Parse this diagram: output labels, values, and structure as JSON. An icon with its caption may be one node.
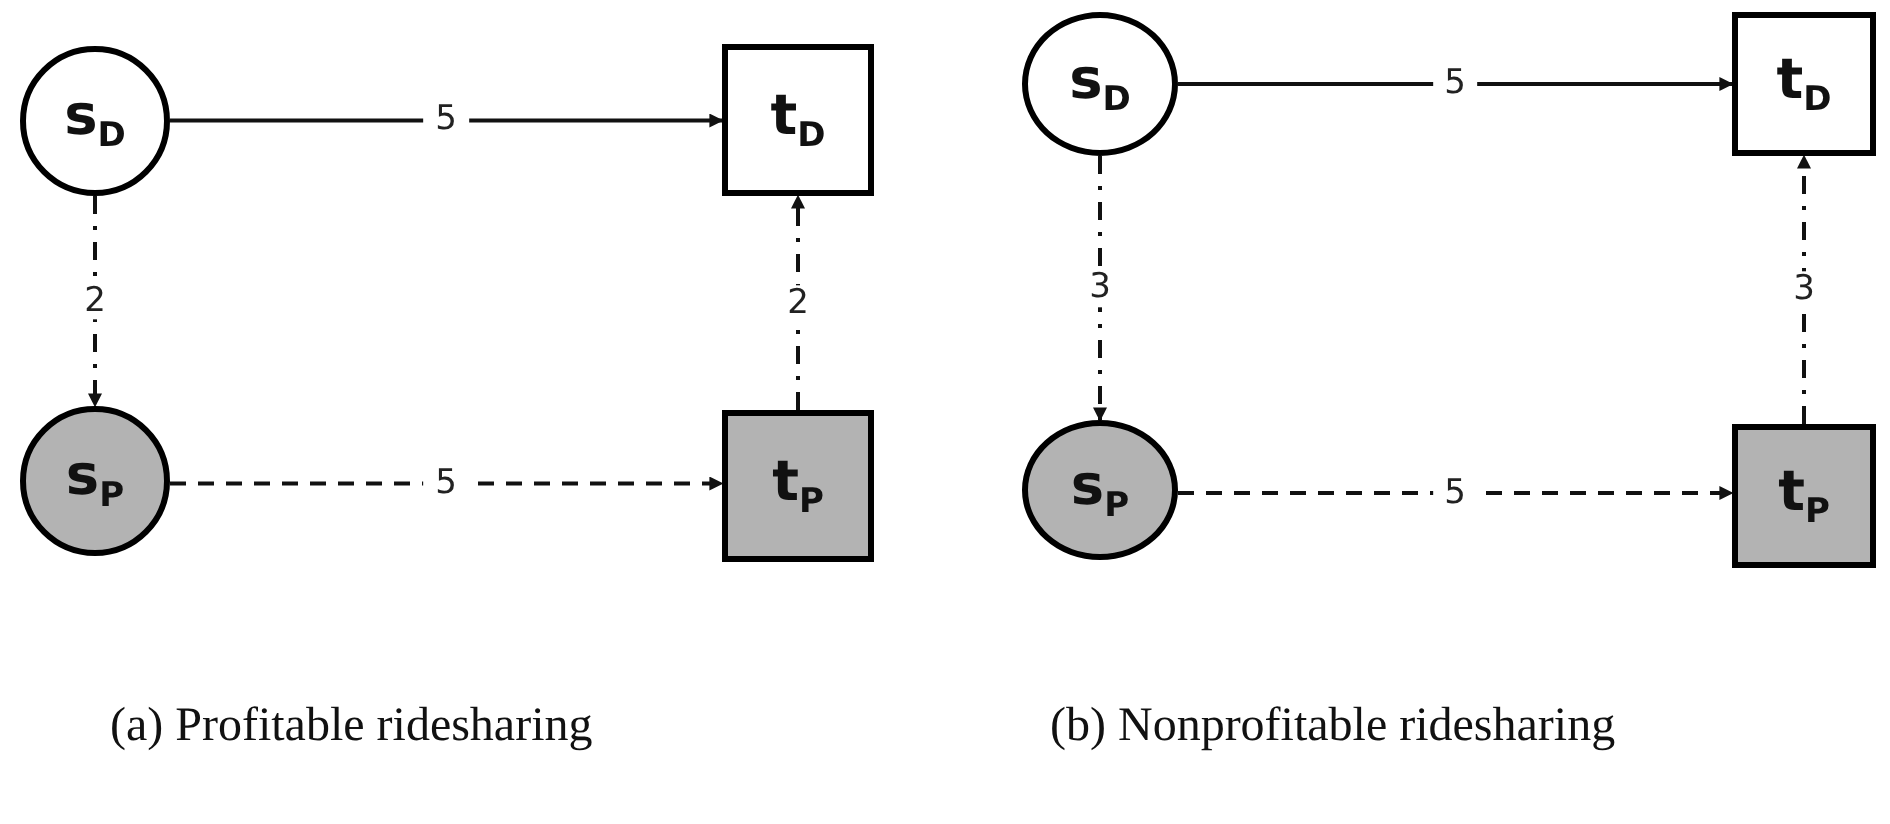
{
  "diagram": {
    "nodes": [
      {
        "text": [
          "s$_{D}$"
        ]
      },
      {
        "text": [
          "t$_{D}$"
        ]
      },
      {
        "text": [
          "s$_{P}$"
        ]
      },
      {
        "text": [
          "t$_{P}$"
        ]
      },
      {
        "text": [
          "s$_{D}$"
        ]
      },
      {
        "text": [
          "t$_{D}$"
        ]
      },
      {
        "text": [
          "s$_{P}$"
        ]
      },
      {
        "text": [
          "t$_{P}$"
        ]
      }
    ],
    "edges": [
      {
        "from": 0,
        "to": 1,
        "arrow": "to",
        "label": "5"
      },
      {
        "from": 0,
        "to": 2,
        "arrow": "to",
        "label": "2",
        "style": "dashed"
      },
      {
        "from": 2,
        "to": 3,
        "arrow": "to",
        "label": "5",
        "style": "dashed"
      },
      {
        "from": 3,
        "to": 1,
        "arrow": "to",
        "label": "2",
        "style": "dashed"
      },
      {
        "from": 4,
        "to": 5,
        "arrow": "to",
        "label": "5"
      },
      {
        "from": 4,
        "to": 6,
        "arrow": "to",
        "label": "3",
        "style": "dashed"
      },
      {
        "from": 6,
        "to": 7,
        "arrow": "to",
        "label": "5",
        "style": "dashed"
      },
      {
        "from": 7,
        "to": 5,
        "arrow": "to",
        "label": "3",
        "style": "dashed"
      }
    ],
    "labels": [
      "(a) Profitable ridesharing",
      "(b) Nonprofitable ridesharing"
    ]
  }
}
